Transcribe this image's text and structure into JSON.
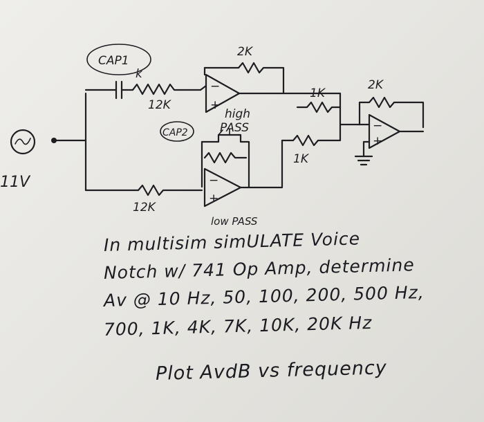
{
  "labels": {
    "cap1": "CAP1",
    "cap1_value": "k",
    "r_input_top": "12K",
    "r_feedback_top": "2K",
    "high_pass": "high",
    "high_pass_2": "PASS",
    "cap2": "CAP2",
    "r_input_bottom": "12K",
    "low_pass": "low PASS",
    "r_sum_top": "1K",
    "r_sum_bottom": "1K",
    "r_feedback_sum": "2K",
    "source": "11V"
  },
  "notes": [
    "In multisim simULATE Voice",
    "Notch w/ 741 Op Amp, determine",
    "Av @ 10 Hz, 50, 100, 200, 500 Hz,",
    "700, 1K, 4K, 7K, 10K, 20K Hz",
    "Plot AvdB vs frequency"
  ]
}
